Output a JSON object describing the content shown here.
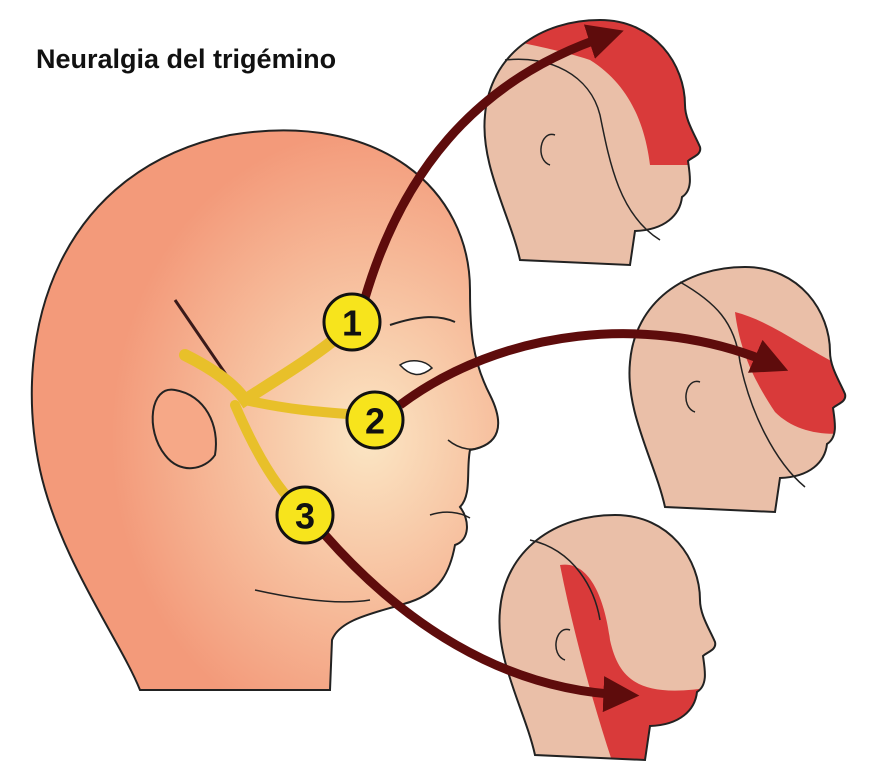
{
  "title": "Neuralgia del trigémino",
  "branches": [
    {
      "label": "1"
    },
    {
      "label": "2"
    },
    {
      "label": "3"
    }
  ],
  "colors": {
    "skin_main": "#f4a07f",
    "skin_small": "#eabfa8",
    "pain_region": "#d93a3a",
    "nerve": "#f2d23a",
    "marker": "#f7e41c",
    "arrow": "#5e0c0c"
  }
}
